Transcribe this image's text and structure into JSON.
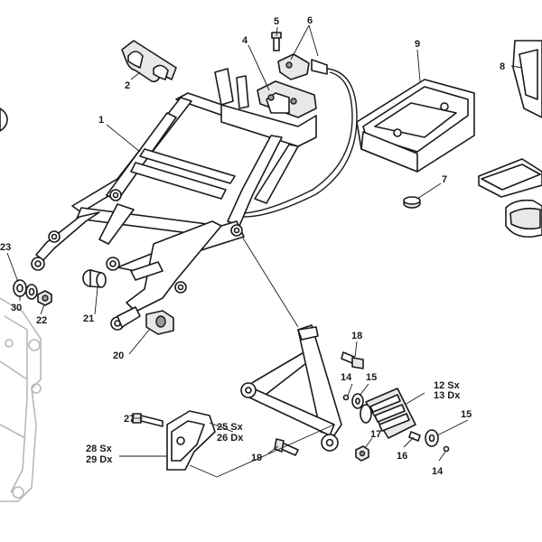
{
  "diagram": {
    "callouts": [
      {
        "id": "c1",
        "text": "1"
      },
      {
        "id": "c2",
        "text": "2"
      },
      {
        "id": "c4",
        "text": "4"
      },
      {
        "id": "c5",
        "text": "5"
      },
      {
        "id": "c6",
        "text": "6"
      },
      {
        "id": "c7",
        "text": "7"
      },
      {
        "id": "c8",
        "text": "8"
      },
      {
        "id": "c9",
        "text": "9"
      },
      {
        "id": "c12",
        "text": "12 Sx"
      },
      {
        "id": "c13",
        "text": "13 Dx"
      },
      {
        "id": "c14a",
        "text": "14"
      },
      {
        "id": "c14b",
        "text": "14"
      },
      {
        "id": "c15a",
        "text": "15"
      },
      {
        "id": "c15b",
        "text": "15"
      },
      {
        "id": "c16",
        "text": "16"
      },
      {
        "id": "c17",
        "text": "17"
      },
      {
        "id": "c18",
        "text": "18"
      },
      {
        "id": "c19",
        "text": "19"
      },
      {
        "id": "c20",
        "text": "20"
      },
      {
        "id": "c21",
        "text": "21"
      },
      {
        "id": "c22",
        "text": "22"
      },
      {
        "id": "c23",
        "text": "23"
      },
      {
        "id": "c25",
        "text": "25 Sx"
      },
      {
        "id": "c26",
        "text": "26 Dx"
      },
      {
        "id": "c27",
        "text": "27"
      },
      {
        "id": "c28",
        "text": "28 Sx"
      },
      {
        "id": "c29",
        "text": "29 Dx"
      },
      {
        "id": "c30",
        "text": "30"
      }
    ]
  }
}
